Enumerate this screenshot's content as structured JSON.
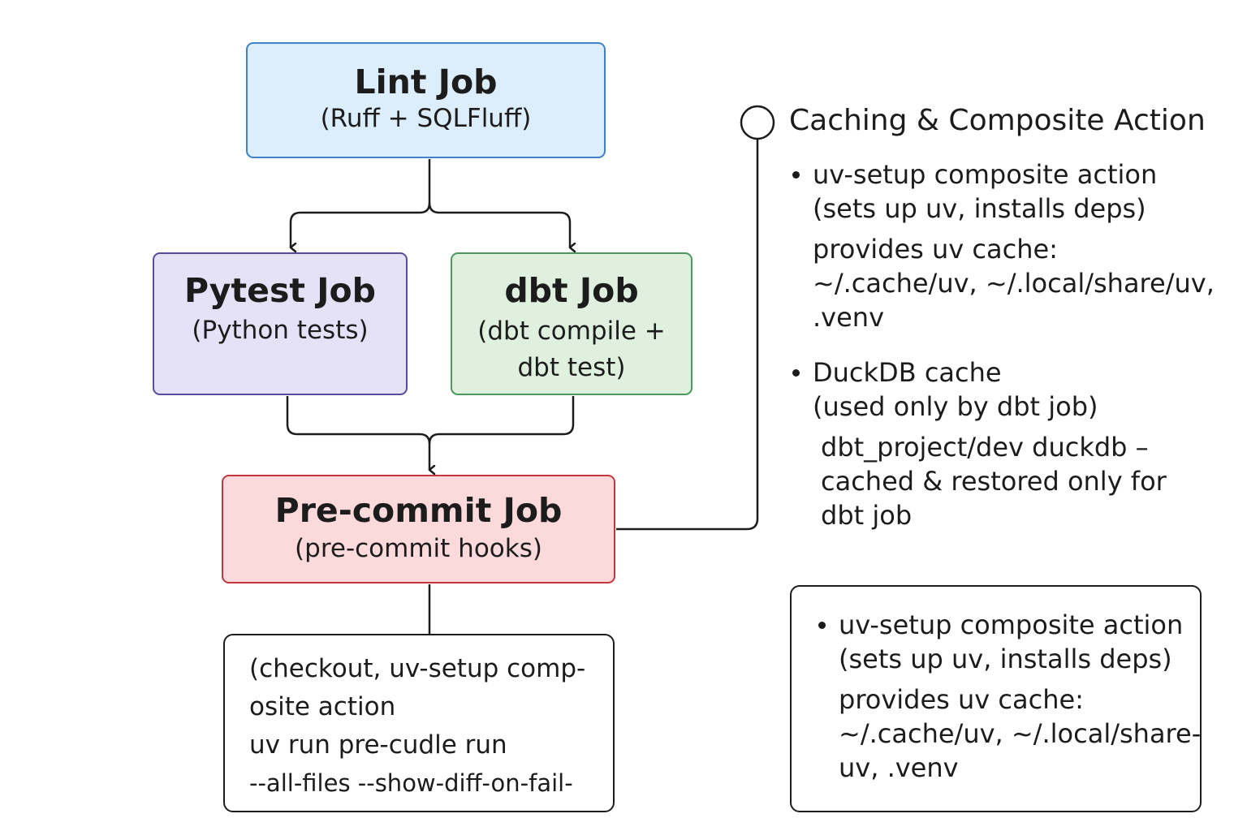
{
  "jobs": {
    "lint": {
      "title": "Lint Job",
      "subtitle": "(Ruff + SQLFluff)"
    },
    "pytest": {
      "title": "Pytest Job",
      "subtitle": "(Python tests)"
    },
    "dbt": {
      "title": "dbt Job",
      "subtitle": "(dbt compile +\ndbt test)"
    },
    "precommit": {
      "title": "Pre-commit Job",
      "subtitle": "(pre-commit hooks)"
    }
  },
  "precommit_steps": [
    "(checkout, uv-setup comp-",
    "osite action",
    "uv run pre-cudle run",
    "--all-files --show-diff-on-fail-"
  ],
  "caching": {
    "title": "Caching & Composite Action",
    "uv_setup": {
      "heading": "uv-setup composite action",
      "detail": "(sets up uv, installs deps)",
      "cache_lines": [
        "provides uv cache:",
        "~/.cache/uv, ~/.local/share/uv,",
        ".venv"
      ]
    },
    "duckdb": {
      "heading": "DuckDB cache",
      "detail": "(used only by dbt job)",
      "lines": [
        "dbt_project/dev duckdb –",
        "cached & restored only for",
        "dbt job"
      ]
    }
  },
  "uv_box": {
    "heading": "uv-setup composite action",
    "detail": "(sets up uv, installs deps)",
    "lines": [
      "provides uv cache:",
      "~/.cache/uv, ~/.local/share-",
      "uv, .venv"
    ]
  },
  "colors": {
    "lint_fill": "#dcedfc",
    "lint_border": "#3f82c7",
    "pytest_fill": "#e5e1f7",
    "pytest_border": "#5c4a9a",
    "dbt_fill": "#dff1de",
    "dbt_border": "#4b9a5c",
    "precommit_fill": "#fcdadb",
    "precommit_border": "#c2383e",
    "line": "#1c1c1c"
  }
}
